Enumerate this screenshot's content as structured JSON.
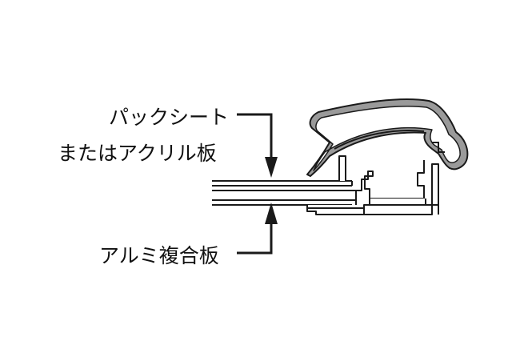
{
  "labels": {
    "pack_sheet": "パックシート",
    "acrylic": "またはアクリル板",
    "aluminum_composite": "アルミ複合板"
  },
  "colors": {
    "line": "#1a1a1a",
    "frame_fill": "#ffffff",
    "cover_fill": "#9a9a9a",
    "background": "#ffffff"
  }
}
